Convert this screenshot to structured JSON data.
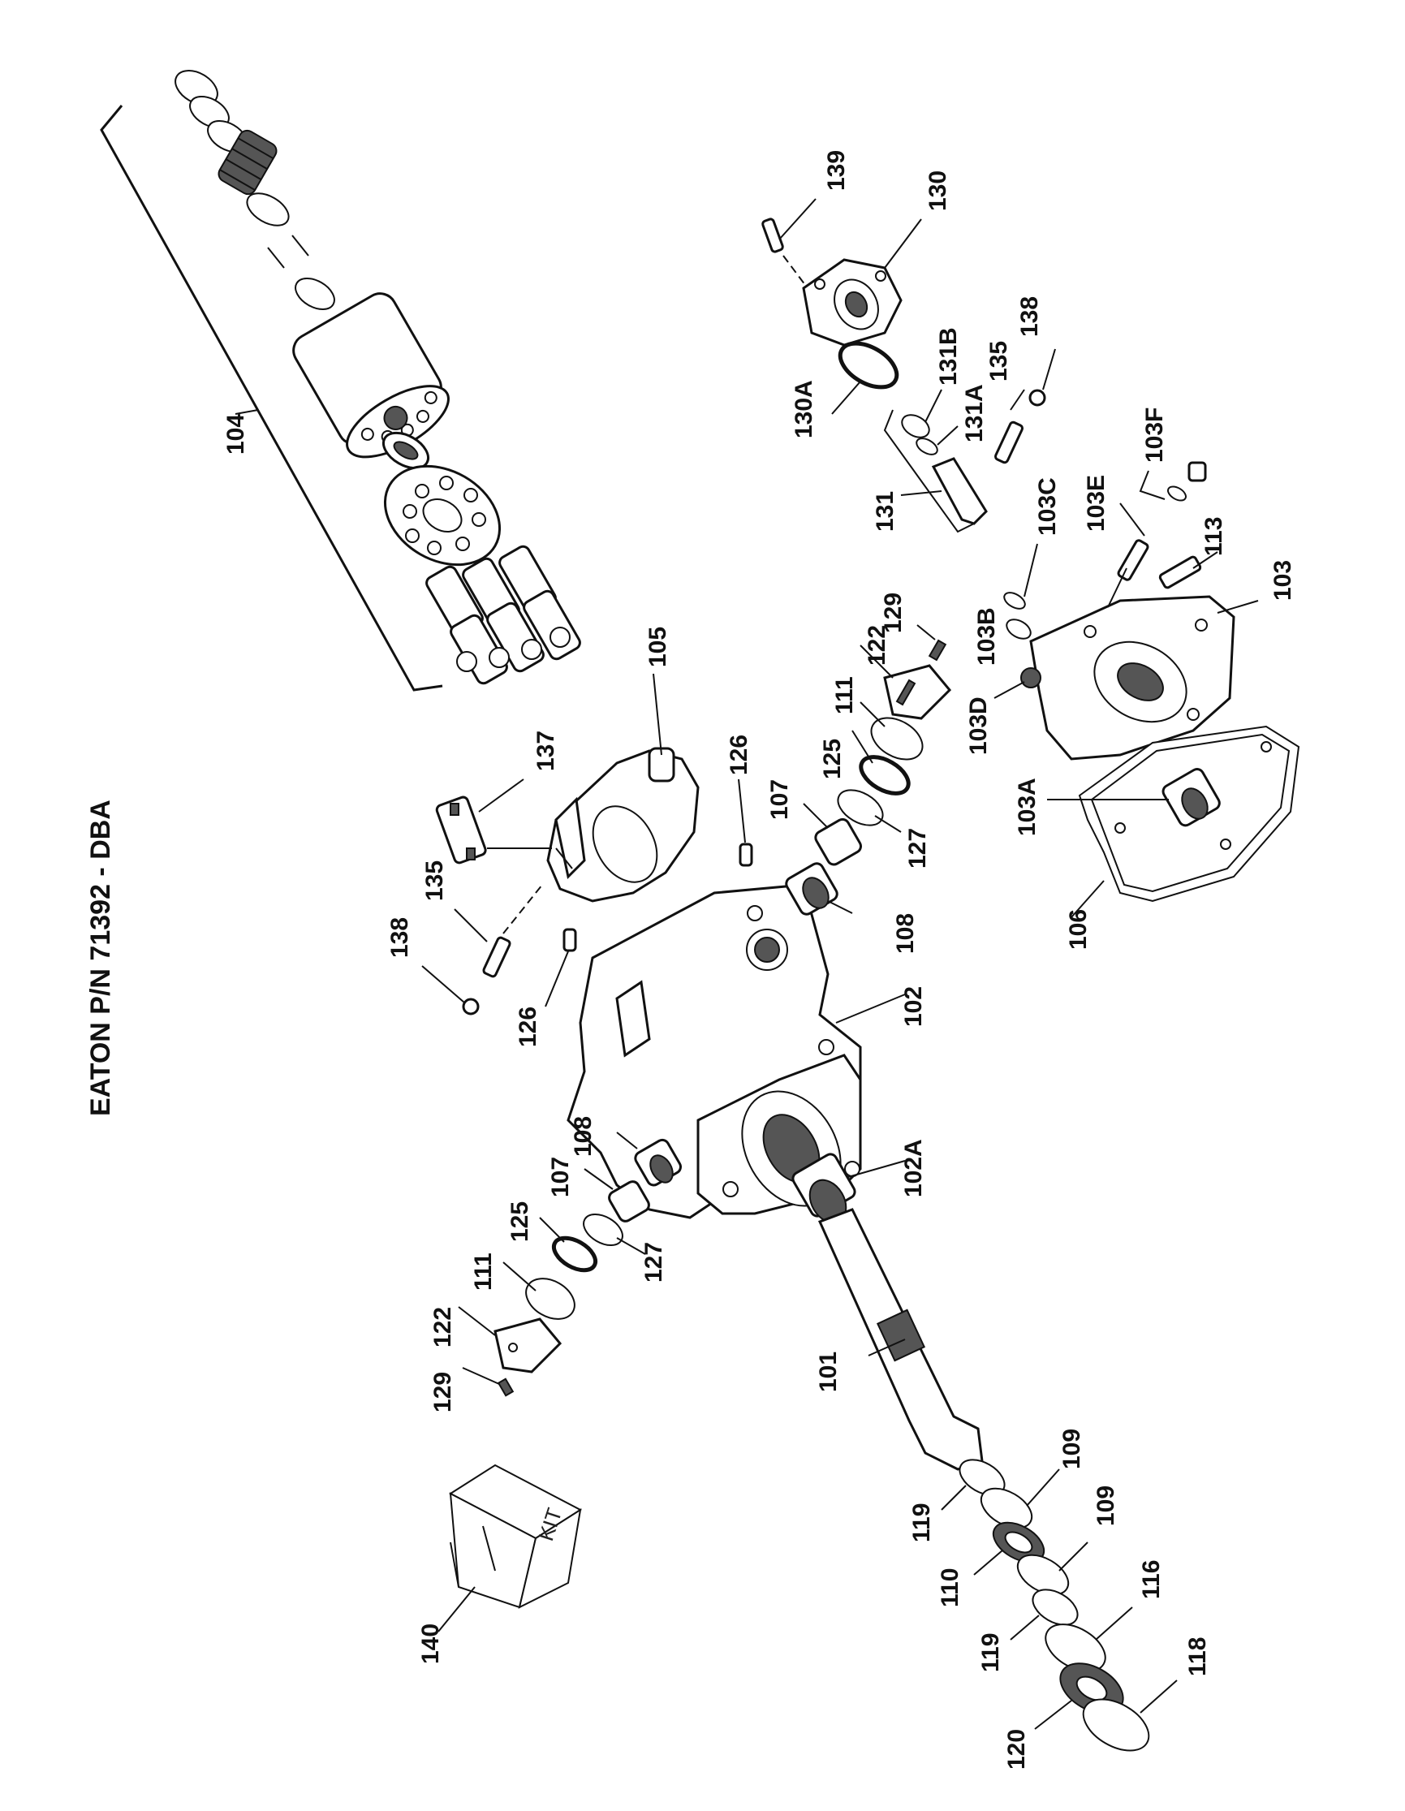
{
  "title": "EATON P/N 71392 - DBA",
  "kit_label": "KIT",
  "parts": {
    "p101": "101",
    "p102": "102",
    "p102A": "102A",
    "p103": "103",
    "p103A": "103A",
    "p103B": "103B",
    "p103C": "103C",
    "p103D": "103D",
    "p103E": "103E",
    "p103F": "103F",
    "p104": "104",
    "p105": "105",
    "p106": "106",
    "p107a": "107",
    "p107b": "107",
    "p108a": "108",
    "p108b": "108",
    "p109a": "109",
    "p109b": "109",
    "p110": "110",
    "p111a": "111",
    "p111b": "111",
    "p113": "113",
    "p116": "116",
    "p118": "118",
    "p119a": "119",
    "p119b": "119",
    "p120": "120",
    "p122a": "122",
    "p122b": "122",
    "p125a": "125",
    "p125b": "125",
    "p126a": "126",
    "p126b": "126",
    "p127a": "127",
    "p127b": "127",
    "p129a": "129",
    "p129b": "129",
    "p130": "130",
    "p130A": "130A",
    "p131": "131",
    "p131A": "131A",
    "p131B": "131B",
    "p135a": "135",
    "p135b": "135",
    "p137": "137",
    "p138a": "138",
    "p138b": "138",
    "p139": "139",
    "p140": "140"
  }
}
